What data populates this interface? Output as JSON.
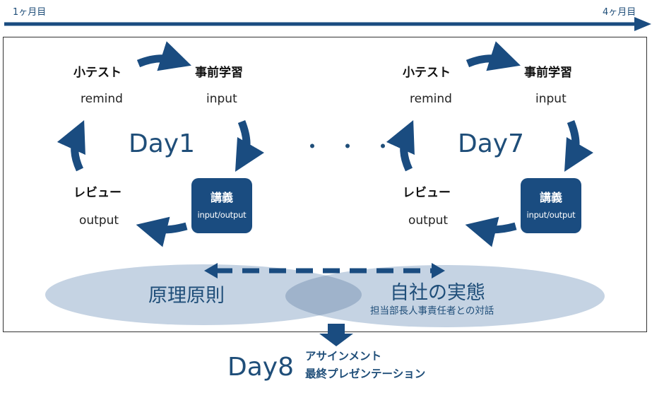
{
  "timeline": {
    "start_label": "1ヶ月目",
    "end_label": "4ヶ月目"
  },
  "cycle_left": {
    "test_title": "小テスト",
    "test_sub": "remind",
    "prestudy_title": "事前学習",
    "prestudy_sub": "input",
    "day": "Day1",
    "review_title": "レビュー",
    "review_sub": "output",
    "lecture_title": "講義",
    "lecture_sub": "input/output"
  },
  "cycle_right": {
    "test_title": "小テスト",
    "test_sub": "remind",
    "prestudy_title": "事前学習",
    "prestudy_sub": "input",
    "day": "Day7",
    "review_title": "レビュー",
    "review_sub": "output",
    "lecture_title": "講義",
    "lecture_sub": "input/output"
  },
  "dots": "・・・",
  "principles": {
    "left_label": "原理原則",
    "right_label": "自社の実態",
    "right_sub": "担当部長人事責任者との対話"
  },
  "final": {
    "day": "Day8",
    "line1": "アサインメント",
    "line2": "最終プレゼンテーション"
  },
  "colors": {
    "accent": "#1a4c80",
    "ellipse": "#c5d3e3",
    "overlap": "#9fb3cb"
  }
}
